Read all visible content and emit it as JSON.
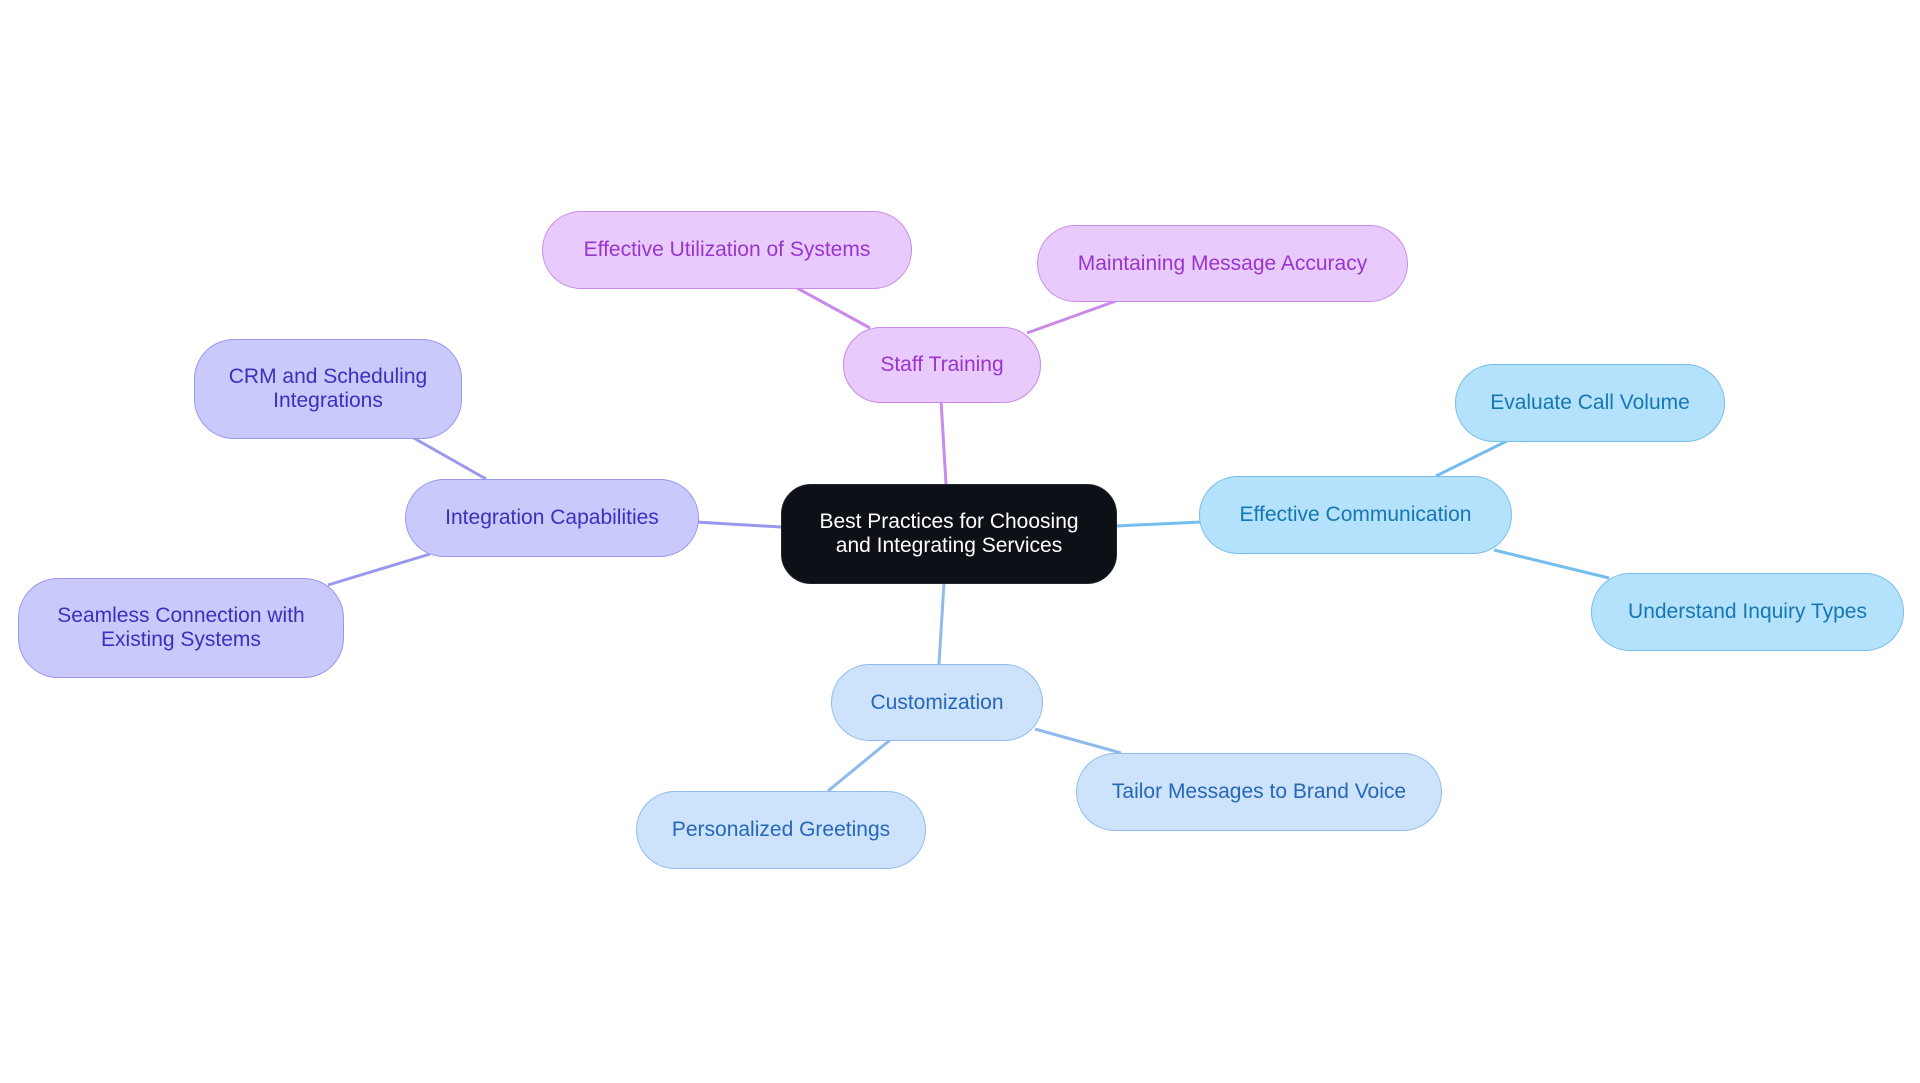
{
  "root": {
    "label_line1": "Best Practices for Choosing",
    "label_line2": "and Integrating Services"
  },
  "branches": {
    "staff_training": {
      "label": "Staff Training",
      "children": [
        "Effective Utilization of Systems",
        "Maintaining Message Accuracy"
      ]
    },
    "integration": {
      "label": "Integration Capabilities",
      "crm_line1": "CRM and Scheduling",
      "crm_line2": "Integrations",
      "seamless_line1": "Seamless Connection with",
      "seamless_line2": "Existing Systems"
    },
    "communication": {
      "label": "Effective Communication",
      "children": [
        "Evaluate Call Volume",
        "Understand Inquiry Types"
      ]
    },
    "customization": {
      "label": "Customization",
      "children": [
        "Personalized Greetings",
        "Tailor Messages to Brand Voice"
      ]
    }
  },
  "colors": {
    "root_bg": "#0d1117",
    "purple_fill": "#e8cbfc",
    "purple_line": "#c98ae9",
    "indigo_fill": "#c9c9fc",
    "indigo_line": "#9a97ee",
    "sky_fill": "#b4e1fb",
    "sky_line": "#74bdec",
    "lblue_fill": "#cde3fb",
    "lblue_line": "#8fbbec"
  }
}
